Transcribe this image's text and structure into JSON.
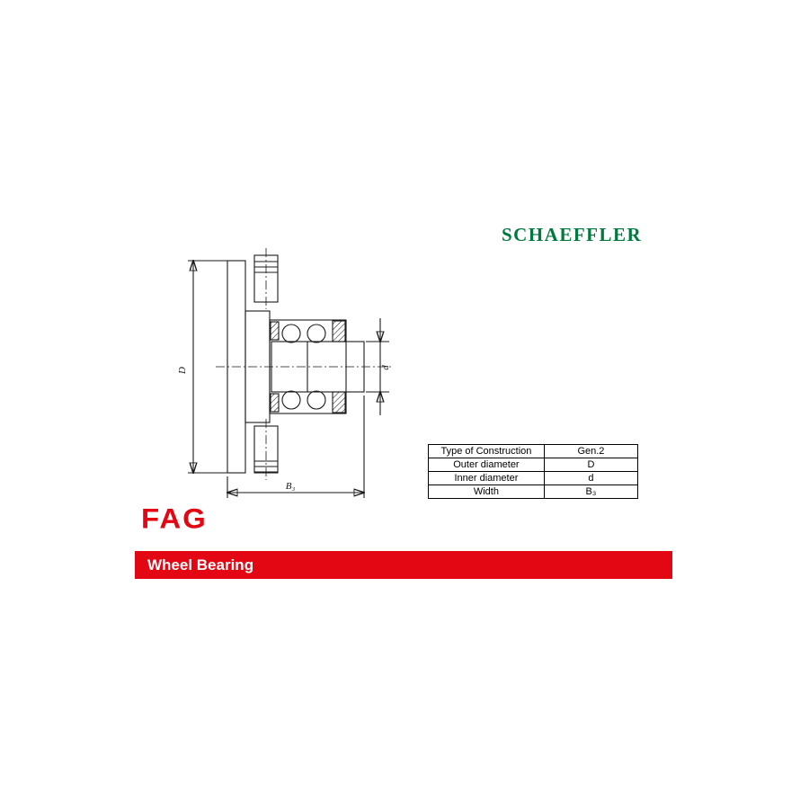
{
  "header": {
    "brand": "SCHAEFFLER"
  },
  "drawing": {
    "outer_diameter_label": "D",
    "inner_diameter_label": "d",
    "width_label": "B₃"
  },
  "spec_table": {
    "rows": [
      {
        "label": "Type of Construction",
        "value": "Gen.2"
      },
      {
        "label": "Outer diameter",
        "value": "D"
      },
      {
        "label": "Inner diameter",
        "value": "d"
      },
      {
        "label": "Width",
        "value": "B₃"
      }
    ]
  },
  "footer": {
    "logo": "FAG",
    "banner_title": "Wheel Bearing"
  },
  "colors": {
    "schaeffler_green": "#00793e",
    "fag_red": "#e30613",
    "banner_red": "#e30613"
  }
}
